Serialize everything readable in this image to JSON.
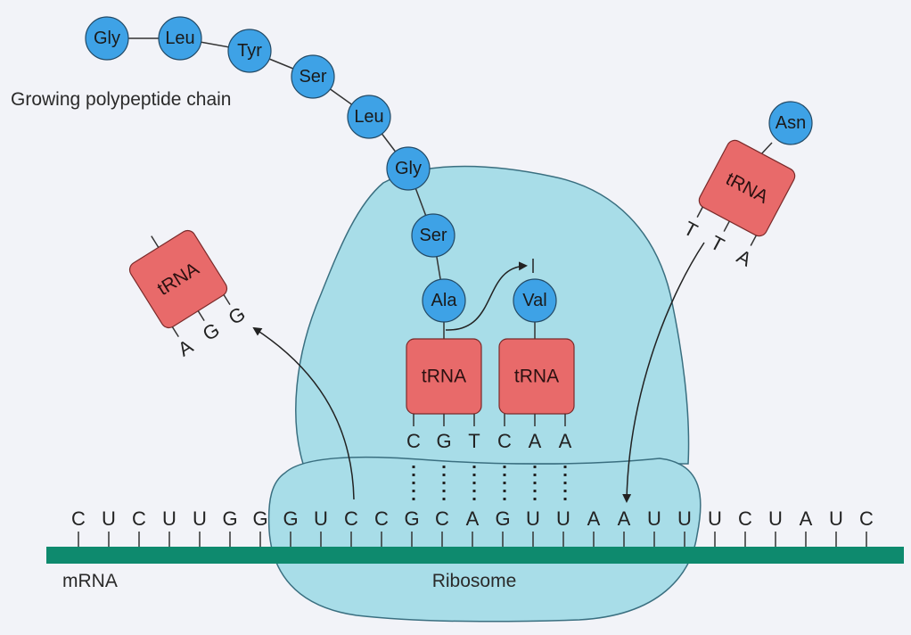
{
  "colors": {
    "background": "#f2f3f8",
    "ribosome": "#a8dde8",
    "ribosome_stroke": "#3a6f80",
    "amino_acid": "#3ea2e6",
    "trna": "#e86a6a",
    "mrna_strand": "#0e8a6e"
  },
  "labels": {
    "chain": "Growing polypeptide chain",
    "mrna": "mRNA",
    "ribosome": "Ribosome"
  },
  "chain": [
    "Gly",
    "Leu",
    "Tyr",
    "Ser",
    "Leu",
    "Gly",
    "Ser",
    "Ala"
  ],
  "val_aa": "Val",
  "asn_aa": "Asn",
  "trna_label": "tRNA",
  "left_trna_anticodon": [
    "A",
    "G",
    "G"
  ],
  "right_trna_anticodon": [
    "T",
    "T",
    "A"
  ],
  "ala_trna_anticodon": [
    "C",
    "G",
    "T"
  ],
  "val_trna_anticodon": [
    "C",
    "A",
    "A"
  ],
  "mrna_bases": [
    "C",
    "U",
    "C",
    "U",
    "U",
    "G",
    "G",
    "G",
    "U",
    "C",
    "C",
    "G",
    "C",
    "A",
    "G",
    "U",
    "U",
    "A",
    "A",
    "U",
    "U",
    "U",
    "C",
    "U",
    "A",
    "U",
    "C"
  ]
}
